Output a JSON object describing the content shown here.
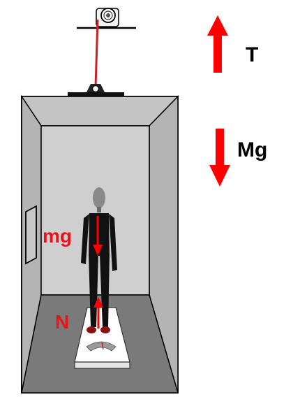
{
  "labels": {
    "tension": "T",
    "elevator_weight": "Mg",
    "person_weight": "mg",
    "normal_force": "N"
  },
  "colors": {
    "force_arrow": "#ff0000",
    "label_red": "#e8141c",
    "label_black": "#000000",
    "cable": "#c8202a",
    "elevator_wall": "#bdbdbd",
    "elevator_back": "#cfcfcf",
    "elevator_floor": "#7a7a7a",
    "person_body": "#111111",
    "person_head": "#8a8a8a",
    "scale": "#ffffff"
  },
  "icons": {
    "pulley": "pulley-icon",
    "person": "person-figure",
    "scale": "bathroom-scale"
  }
}
